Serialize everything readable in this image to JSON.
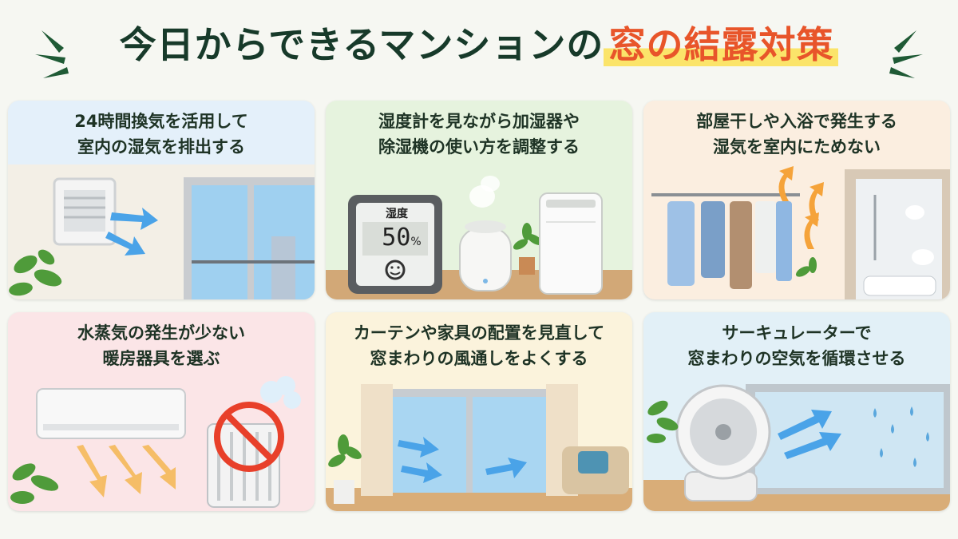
{
  "header": {
    "title_main": "今日からできるマンションの",
    "title_accent": "窓の結露対策"
  },
  "colors": {
    "title_dark": "#173a2a",
    "title_accent": "#e8552a",
    "highlight": "#fbe46a",
    "burst": "#1f5a35",
    "arrow_blue": "#4aa3e8",
    "arrow_orange": "#f5a33a",
    "prohibit_red": "#e8402a"
  },
  "cards": [
    {
      "line1": "24時間換気を活用して",
      "line2": "室内の湿気を排出する",
      "bg": "#e4f0fa",
      "icons": [
        "ventilation-fan-icon",
        "window-icon",
        "plant-icon",
        "airflow-arrow-icon"
      ]
    },
    {
      "line1": "湿度計を見ながら加湿器や",
      "line2": "除湿機の使い方を調整する",
      "bg": "#e6f3de",
      "icons": [
        "hygrometer-icon",
        "humidifier-icon",
        "dehumidifier-icon",
        "plant-icon"
      ],
      "hygrometer": {
        "label": "湿度",
        "value": "50",
        "unit": "%"
      }
    },
    {
      "line1": "部屋干しや入浴で発生する",
      "line2": "湿気を室内にためない",
      "bg": "#fbeee0",
      "icons": [
        "laundry-rack-icon",
        "steam-arrow-icon",
        "bathroom-icon"
      ]
    },
    {
      "line1": "水蒸気の発生が少ない",
      "line2": "暖房器具を選ぶ",
      "bg": "#fbe5e7",
      "icons": [
        "air-conditioner-icon",
        "oil-heater-icon",
        "prohibited-icon",
        "plant-icon"
      ]
    },
    {
      "line1": "カーテンや家具の配置を見直して",
      "line2": "窓まわりの風通しをよくする",
      "bg": "#fbf3dc",
      "icons": [
        "curtain-window-icon",
        "sofa-icon",
        "plant-icon",
        "airflow-arrow-icon"
      ]
    },
    {
      "line1": "サーキュレーターで",
      "line2": "窓まわりの空気を循環させる",
      "bg": "#e2f0f7",
      "icons": [
        "circulator-icon",
        "window-icon",
        "condensation-drops-icon",
        "plant-icon"
      ]
    }
  ]
}
